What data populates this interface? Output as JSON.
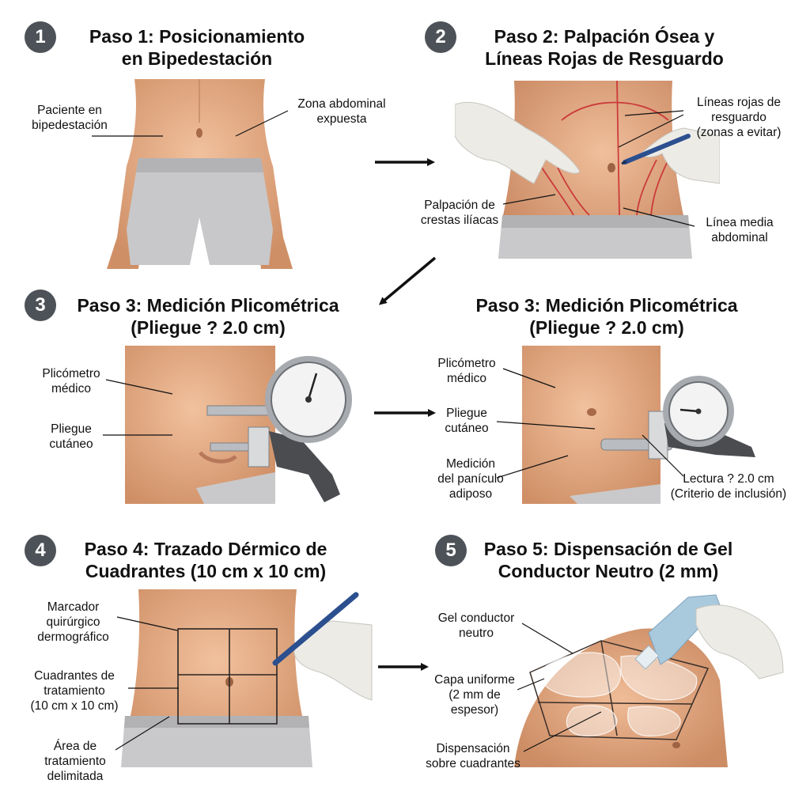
{
  "steps": [
    {
      "number": "1",
      "title_line1": "Paso 1: Posicionamiento",
      "title_line2": "en Bipedestación",
      "labels": {
        "patient": "Paciente en\nbipedestación",
        "zone": "Zona abdominal\nexpuesta"
      }
    },
    {
      "number": "2",
      "title_line1": "Paso 2: Palpación Ósea y",
      "title_line2": "Líneas Rojas de Resguardo",
      "labels": {
        "red_lines": "Líneas rojas de\nresguardo\n(zonas a evitar)",
        "crests": "Palpación de\ncrestas ilíacas",
        "midline": "Línea media\nabdominal"
      }
    },
    {
      "number": "3",
      "title_line1": "Paso 3: Medición Plicométrica",
      "title_line2": "(Pliegue ? 2.0 cm)",
      "labels": {
        "caliper": "Plicómetro\nmédico",
        "fold": "Pliegue\ncutáneo"
      }
    },
    {
      "title_line1": "Paso 3: Medición Plicométrica",
      "title_line2": "(Pliegue ? 2.0 cm)",
      "labels": {
        "caliper": "Plicómetro\nmédico",
        "fold": "Pliegue\ncutáneo",
        "measure": "Medición\ndel panículo\nadiposo",
        "reading": "Lectura ? 2.0 cm\n(Criterio de inclusión)"
      }
    },
    {
      "number": "4",
      "title_line1": "Paso 4: Trazado Dérmico de",
      "title_line2": "Cuadrantes (10 cm x 10 cm)",
      "labels": {
        "marker": "Marcador\nquirúrgico\ndermográfico",
        "quadrants": "Cuadrantes de\ntratamiento\n(10 cm x 10 cm)",
        "area": "Área de\ntratamiento\ndelimitada"
      }
    },
    {
      "number": "5",
      "title_line1": "Paso 5: Dispensación de Gel",
      "title_line2": "Conductor Neutro (2 mm)",
      "labels": {
        "gel": "Gel conductor\nneutro",
        "layer": "Capa uniforme\n(2 mm de\nespesor)",
        "dispense": "Dispensación\nsobre cuadrantes"
      }
    }
  ],
  "colors": {
    "badge": "#4d5258",
    "skin": "#e2ab86",
    "red_line": "#c8282e",
    "glove": "#ecebe6",
    "shorts": "#c9c9cb",
    "marker_blue": "#2c4f8f"
  },
  "icons": [
    "arrow-right-icon",
    "arrow-down-left-icon",
    "caliper-icon",
    "surgical-marker-icon",
    "gel-tube-icon"
  ]
}
